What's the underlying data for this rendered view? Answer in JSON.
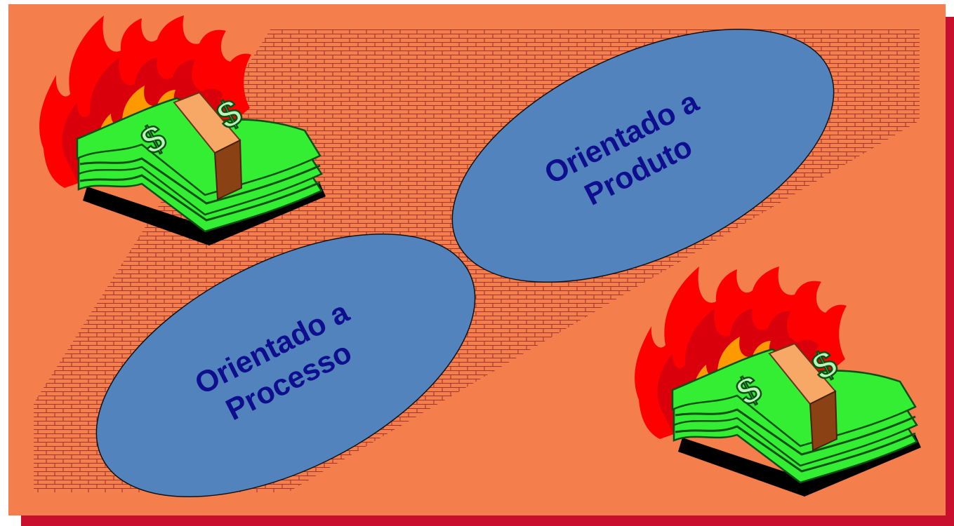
{
  "colors": {
    "background": "#F47F4D",
    "shadow": "#C8102E",
    "brick": "#A0342F",
    "ellipse_fill": "#5283BD",
    "label_text": "#0E0E8F",
    "flame_outer": "#FF0000",
    "flame_mid": "#D9000B",
    "flame_inner": "#FF9900",
    "flame_core": "#FFE600",
    "money_green": "#33EE33",
    "money_dark": "#12822A",
    "band": "#F7A866",
    "band_dark": "#8A4215"
  },
  "labels": {
    "produto_line1": "Orientado a",
    "produto_line2": "Produto",
    "processo_line1": "Orientado a",
    "processo_line2": "Processo"
  },
  "icons": {
    "top_left": "burning-money-icon",
    "bottom_right": "burning-money-icon",
    "wall": "brick-wall-band"
  }
}
